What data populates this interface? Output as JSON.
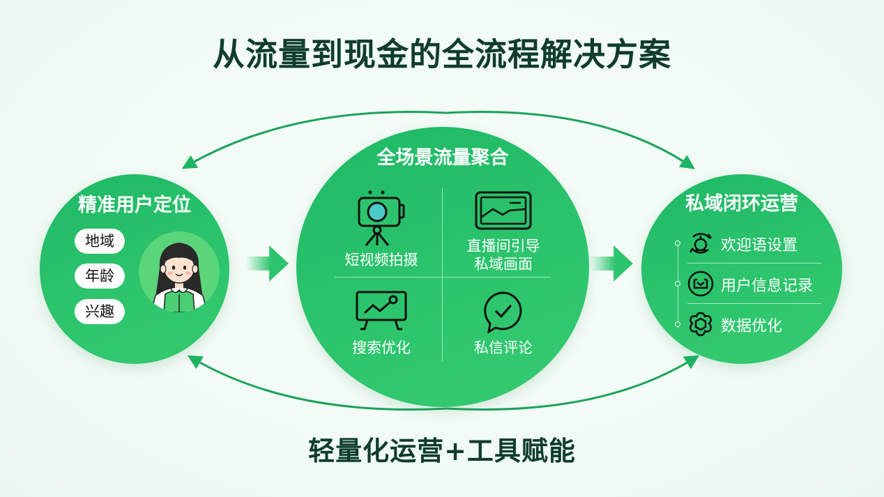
{
  "title": "从流量到现金的全流程解决方案",
  "footer": "轻量化运营+工具赋能",
  "colors": {
    "primary_green": "#2cc46c",
    "dark_green_text": "#0f3d2b",
    "background": "#f2fbf6",
    "arc_stroke": "#1aa35a"
  },
  "left": {
    "title": "精准用户定位",
    "tags": [
      "地域",
      "年龄",
      "兴趣"
    ],
    "avatar_icon": "girl-avatar-icon"
  },
  "center": {
    "title": "全场景流量聚合",
    "quadrants": [
      {
        "label_line1": "短视频拍摄",
        "label_line2": "",
        "icon": "camera-tripod-icon"
      },
      {
        "label_line1": "直播间引导",
        "label_line2": "私域画面",
        "icon": "live-screen-icon"
      },
      {
        "label_line1": "搜索优化",
        "label_line2": "",
        "icon": "trend-board-icon"
      },
      {
        "label_line1": "私信评论",
        "label_line2": "",
        "icon": "chat-check-icon"
      }
    ]
  },
  "right": {
    "title": "私域闭环运营",
    "items": [
      {
        "label": "欢迎语设置",
        "icon": "cycle-refresh-icon"
      },
      {
        "label": "用户信息记录",
        "icon": "message-box-icon"
      },
      {
        "label": "数据优化",
        "icon": "gear-icon"
      }
    ]
  },
  "connectors": {
    "flow_arrows": [
      "left-to-center",
      "center-to-right"
    ],
    "arcs": [
      "top-arc-to-left",
      "top-arc-to-right",
      "bottom-arc-to-left",
      "bottom-arc-to-right"
    ]
  }
}
